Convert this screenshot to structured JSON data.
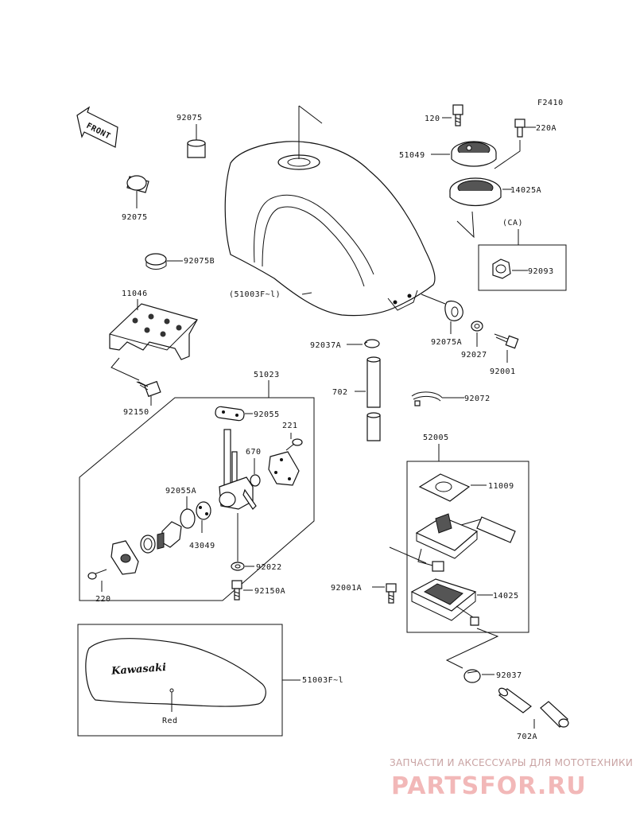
{
  "diagram": {
    "figure_code": "F2410",
    "front_label": "FRONT",
    "ca_label": "(CA)",
    "parts": {
      "p92075_top": "92075",
      "p92075_left": "92075",
      "p92075b": "92075B",
      "p11046": "11046",
      "p92150": "92150",
      "p51003f_tank": "(51003F~l)",
      "p51023": "51023",
      "p92055": "92055",
      "p221": "221",
      "p670": "670",
      "p92055a": "92055A",
      "p43049": "43049",
      "p220": "220",
      "p92022": "92022",
      "p92150a": "92150A",
      "p51003f_decal": "51003F~l",
      "p120": "120",
      "p220a": "220A",
      "p51049": "51049",
      "p14025a": "14025A",
      "p92093": "92093",
      "p92037a": "92037A",
      "p92075a": "92075A",
      "p92027": "92027",
      "p92001": "92001",
      "p702": "702",
      "p92072": "92072",
      "p52005": "52005",
      "p11009": "11009",
      "p92001a": "92001A",
      "p14025": "14025",
      "p92037": "92037",
      "p702a": "702A"
    },
    "decal_text": "Kawasaki",
    "decal_color": "Red"
  },
  "watermark": {
    "tagline": "ЗАПЧАСТИ И АКСЕССУАРЫ ДЛЯ МОТОТЕХНИКИ",
    "brand": "PARTSFOR.RU",
    "color": "#f2b8b8"
  }
}
